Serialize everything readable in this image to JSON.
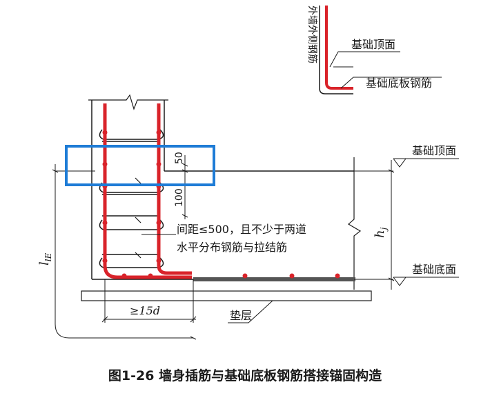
{
  "colors": {
    "rebar": "#d9232a",
    "line": "#1a1a1a",
    "highlight": "#1e7cd6",
    "base_plate": "#555555",
    "background": "#ffffff"
  },
  "inset": {
    "wall_rebar_label": "外墙外侧钢筋",
    "top_label": "基础顶面",
    "plate_label": "基础底板钢筋"
  },
  "main": {
    "foundation_top_label": "基础顶面",
    "foundation_bottom_label": "基础底面",
    "dim_50": "50",
    "dim_100": "100",
    "spacing_note_line1": "间距≤500，且不少于两道",
    "spacing_note_line2": "水平分布钢筋与拉结筋",
    "dim_15d": "≥15d",
    "cushion_label": "垫层",
    "hj_label": "h",
    "hj_sub": "j",
    "le_label": "l",
    "le_sub": "lE"
  },
  "caption": "图1-26  墙身插筋与基础底板钢筋搭接锚固构造"
}
